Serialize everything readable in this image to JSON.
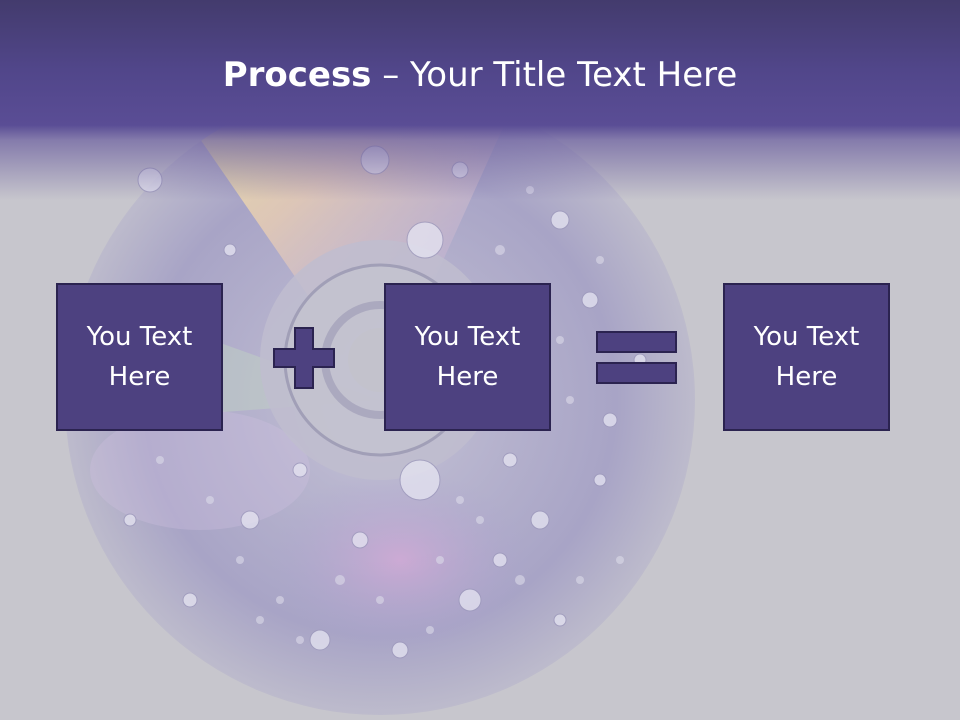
{
  "slide": {
    "title_bold": "Process",
    "title_rest": " – Your Title Text Here",
    "boxes": [
      {
        "text": "You Text Here"
      },
      {
        "text": "You Text Here"
      },
      {
        "text": "You Text Here"
      }
    ],
    "operators": [
      "plus-icon",
      "equals-icon"
    ]
  },
  "colors": {
    "header": "#51468a",
    "box_fill": "#4d4180",
    "box_border": "#2b2350",
    "background": "#c7c6cd"
  }
}
